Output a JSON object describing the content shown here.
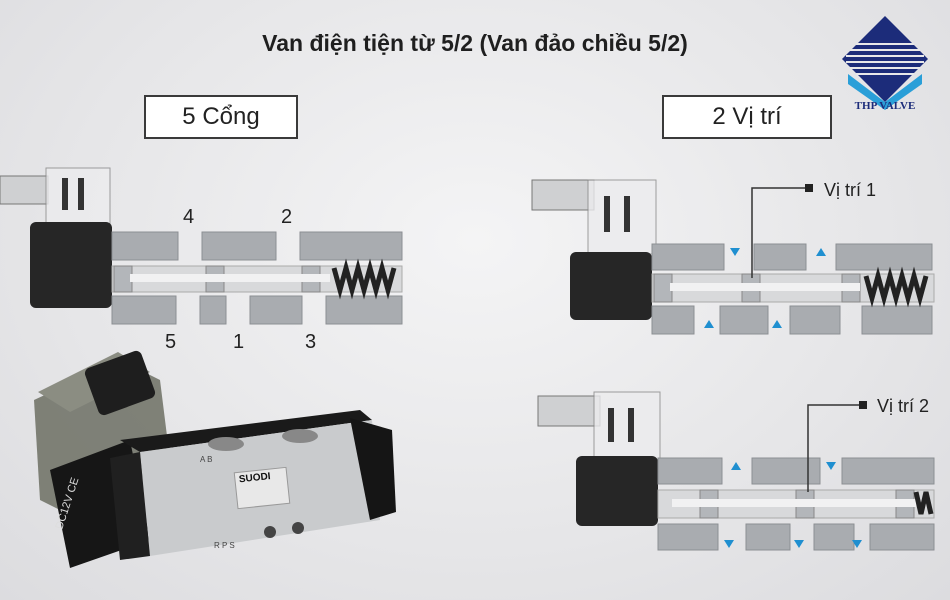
{
  "title": "Van điện tiện từ 5/2 (Van đảo chiều 5/2)",
  "left_box": "5 Cổng",
  "right_box": "2 Vị trí",
  "ports": {
    "p4": "4",
    "p2": "2",
    "p5": "5",
    "p1": "1",
    "p3": "3"
  },
  "positions": {
    "pos1": "Vị trí 1",
    "pos2": "Vị trí 2"
  },
  "logo": {
    "text": "THP VALVE"
  },
  "product_markings": {
    "brand": "SUODI",
    "ports": "A  B",
    "ports_bottom": "R  P  S"
  },
  "colors": {
    "block": "#a9acb0",
    "gap": "#d9d9db",
    "dark": "#2a2a2a",
    "arrow": "#1f8fd0",
    "logo": "#1c2c7a"
  }
}
